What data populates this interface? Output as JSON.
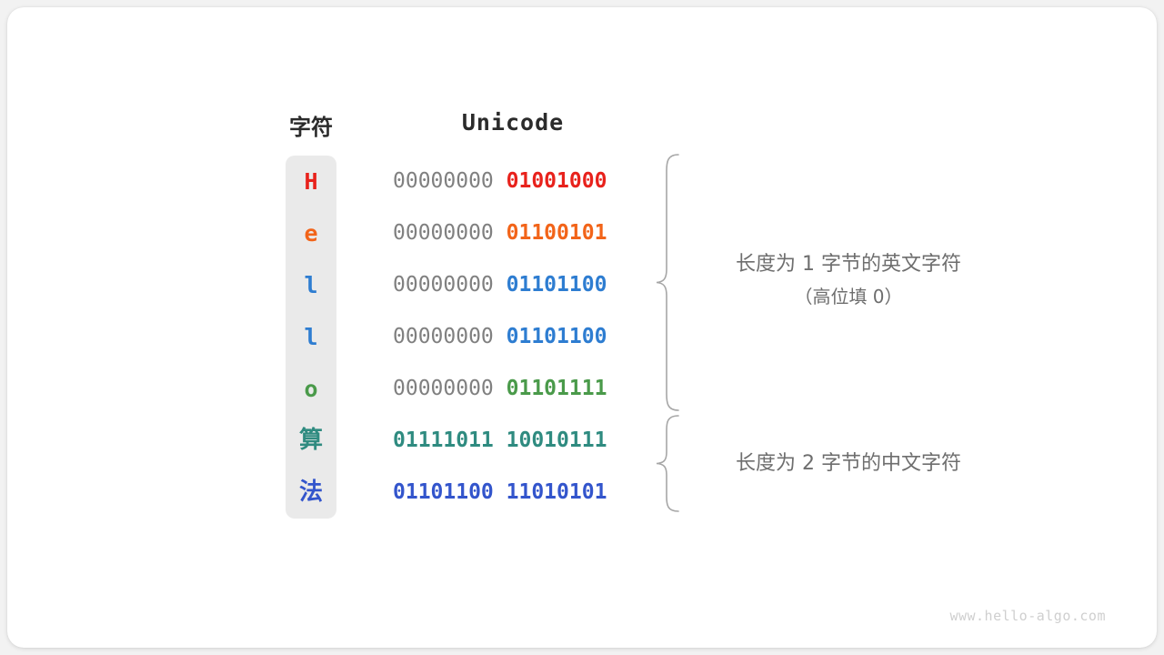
{
  "watermark": "www.hello-algo.com",
  "colors": {
    "background": "#f2f2f2",
    "card": "#ffffff",
    "char_panel": "#eaeaea",
    "high_byte_gray": "#808080",
    "note_gray": "#6e6e6e",
    "header_text": "#2b2b2b",
    "watermark": "#cfcfcf",
    "brace": "#a6a6a6",
    "red": "#e8221c",
    "orange": "#f26419",
    "blue": "#2e7dd1",
    "green": "#4a9a4a",
    "teal": "#2f8b80",
    "indigo": "#3355cc"
  },
  "headers": {
    "char": "字符",
    "unicode": "Unicode"
  },
  "rows": [
    {
      "char": "H",
      "script": "latin",
      "color": "#e8221c",
      "high_byte": "00000000",
      "low_byte": "01001000",
      "high_emph": false
    },
    {
      "char": "e",
      "script": "latin",
      "color": "#f26419",
      "high_byte": "00000000",
      "low_byte": "01100101",
      "high_emph": false
    },
    {
      "char": "l",
      "script": "latin",
      "color": "#2e7dd1",
      "high_byte": "00000000",
      "low_byte": "01101100",
      "high_emph": false
    },
    {
      "char": "l",
      "script": "latin",
      "color": "#2e7dd1",
      "high_byte": "00000000",
      "low_byte": "01101100",
      "high_emph": false
    },
    {
      "char": "o",
      "script": "latin",
      "color": "#4a9a4a",
      "high_byte": "00000000",
      "low_byte": "01101111",
      "high_emph": false
    },
    {
      "char": "算",
      "script": "han",
      "color": "#2f8b80",
      "high_byte": "01111011",
      "low_byte": "10010111",
      "high_emph": true
    },
    {
      "char": "法",
      "script": "han",
      "color": "#3355cc",
      "high_byte": "01101100",
      "low_byte": "11010101",
      "high_emph": true
    }
  ],
  "annotations": [
    {
      "line1": "长度为 1 字节的英文字符",
      "line2": "（高位填 0）"
    },
    {
      "line1": "长度为 2 字节的中文字符",
      "line2": ""
    }
  ]
}
